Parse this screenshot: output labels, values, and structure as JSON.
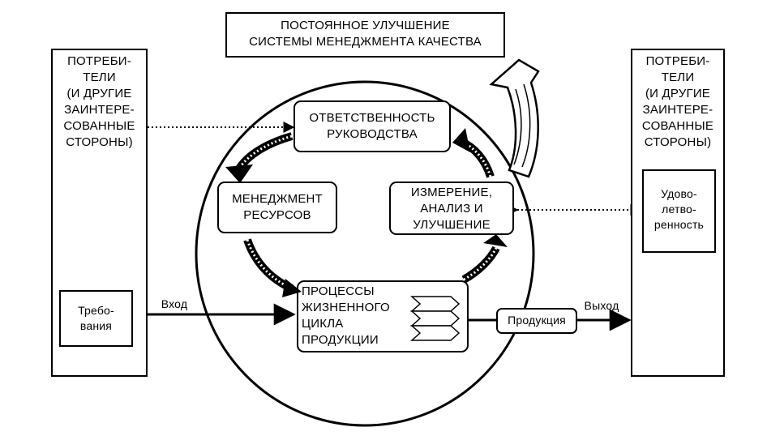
{
  "banner": "ПОСТОЯННОЕ УЛУЧШЕНИЕ\nСИСТЕМЫ МЕНЕДЖМЕНТА КАЧЕСТВА",
  "left_panel": {
    "title": "ПОТРЕБИ-\nТЕЛИ\n(И ДРУГИЕ\nЗАИНТЕРЕ-\nСОВАННЫЕ\nСТОРОНЫ)",
    "inner": "Требо-\nвания"
  },
  "right_panel": {
    "title": "ПОТРЕБИ-\nТЕЛИ\n(И ДРУГИЕ\nЗАИНТЕРЕ-\nСОВАННЫЕ\nСТОРОНЫ)",
    "inner": "Удово-\nлетво-\nренность"
  },
  "cycle": {
    "management": "ОТВЕТСТВЕННОСТЬ\nРУКОВОДСТВА",
    "resources": "МЕНЕДЖМЕНТ\nРЕСУРСОВ",
    "measurement": "ИЗМЕРЕНИЕ,\nАНАЛИЗ И\nУЛУЧШЕНИЕ",
    "processes": "ПРОЦЕССЫ\nЖИЗНЕННОГО\nЦИКЛА\nПРОДУКЦИИ"
  },
  "flow": {
    "input": "Вход",
    "output": "Выход",
    "product": "Продукция"
  }
}
